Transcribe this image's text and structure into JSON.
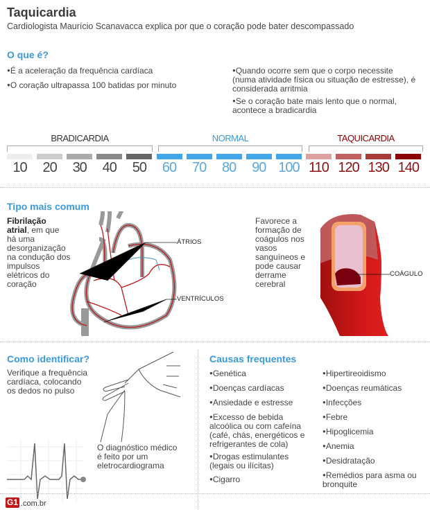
{
  "header": {
    "title": "Taquicardia",
    "subtitle": "Cardiologista Maurício Scanavacca explica por que o coração pode bater descompassado"
  },
  "what": {
    "heading": "O que é?",
    "left": [
      "É a aceleração da frequência cardíaca",
      "O coração ultrapassa 100 batidas por minuto"
    ],
    "right": [
      "Quando ocorre sem que o corpo necessite (numa atividade física ou situação de estresse), é considerada arritmia",
      "Se o coração bate mais lento que o normal, acontece a bradicardia"
    ]
  },
  "scale": {
    "categories": [
      {
        "label": "BRADICARDIA",
        "color": "#333333"
      },
      {
        "label": "NORMAL",
        "color": "#3a9ad9"
      },
      {
        "label": "TAQUICARDIA",
        "color": "#8b0000"
      }
    ],
    "values": [
      {
        "v": "10",
        "bar": "#eeeeee",
        "text": "#444444"
      },
      {
        "v": "20",
        "bar": "#cccccc",
        "text": "#444444"
      },
      {
        "v": "30",
        "bar": "#aaaaaa",
        "text": "#444444"
      },
      {
        "v": "40",
        "bar": "#888888",
        "text": "#444444"
      },
      {
        "v": "50",
        "bar": "#666666",
        "text": "#444444"
      },
      {
        "v": "60",
        "bar": "#42a5e8",
        "text": "#5aa8dc"
      },
      {
        "v": "70",
        "bar": "#42a5e8",
        "text": "#5aa8dc"
      },
      {
        "v": "80",
        "bar": "#42a5e8",
        "text": "#5aa8dc"
      },
      {
        "v": "90",
        "bar": "#42a5e8",
        "text": "#5aa8dc"
      },
      {
        "v": "100",
        "bar": "#42a5e8",
        "text": "#5aa8dc"
      },
      {
        "v": "110",
        "bar": "#dca0a0",
        "text": "#8b1010"
      },
      {
        "v": "120",
        "bar": "#c06060",
        "text": "#8b1010"
      },
      {
        "v": "130",
        "bar": "#a83a3a",
        "text": "#8b1010"
      },
      {
        "v": "140",
        "bar": "#8b0000",
        "text": "#8b1010"
      }
    ]
  },
  "type": {
    "heading": "Tipo mais comum",
    "bold": "Fibrilação atrial",
    "desc": ", em que há uma desorganização na condução dos impulsos elétricos do coração",
    "atria": "ÁTRIOS",
    "ventricles": "VENTRÍCULOS",
    "effect": "Favorece a formação de coágulos nos vasos sanguíneos e pode causar derrame cerebral",
    "clot": "COÁGULO"
  },
  "identify": {
    "heading": "Como identificar?",
    "pulse": "Verifique a frequência cardíaca, colocando os dedos no pulso",
    "ecg": "O diagnóstico médico é feito por um eletrocardiograma"
  },
  "causes": {
    "heading": "Causas frequentes",
    "col1": [
      "Genética",
      "Doenças cardíacas",
      "Ansiedade e estresse",
      "Excesso de bebida alcoólica ou com cafeína (café, chás, energéticos e refrigerantes de cola)",
      "Drogas estimulantes (legais ou ilícitas)",
      "Cigarro"
    ],
    "col2": [
      "Hipertireoidismo",
      "Doenças reumáticas",
      "Infecções",
      "Febre",
      "Hipoglicemia",
      "Anemia",
      "Desidratação",
      "Remédios para asma ou bronquite"
    ]
  },
  "footer": {
    "logo": "g1",
    "domain": ".com.br"
  }
}
